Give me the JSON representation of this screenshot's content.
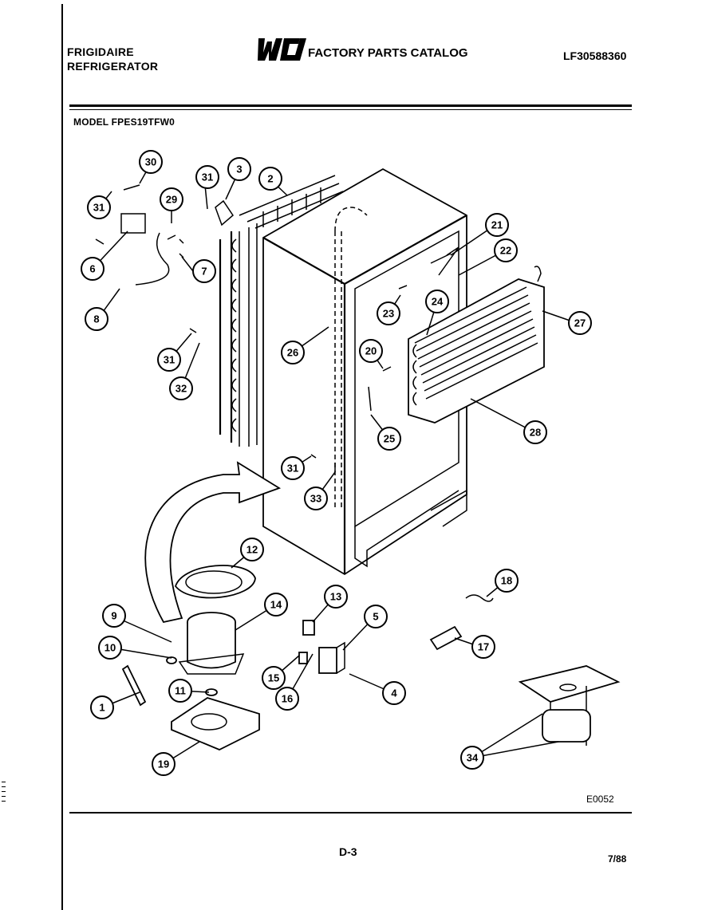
{
  "header": {
    "brand_line1": "FRIGIDAIRE",
    "brand_line2": "REFRIGERATOR",
    "logo_text": "WCI",
    "catalog_title": "FACTORY PARTS CATALOG",
    "doc_number": "LF30588360"
  },
  "model": "MODEL FPES19TFW0",
  "diagram": {
    "callouts": [
      "1",
      "2",
      "3",
      "4",
      "5",
      "6",
      "7",
      "8",
      "9",
      "10",
      "11",
      "12",
      "13",
      "14",
      "15",
      "16",
      "17",
      "18",
      "19",
      "20",
      "21",
      "22",
      "23",
      "24",
      "25",
      "26",
      "27",
      "28",
      "29",
      "30",
      "31",
      "31",
      "31",
      "31",
      "32",
      "33",
      "34"
    ]
  },
  "footer": {
    "diagram_code": "E0052",
    "page_label": "D-3",
    "date": "7/88"
  }
}
